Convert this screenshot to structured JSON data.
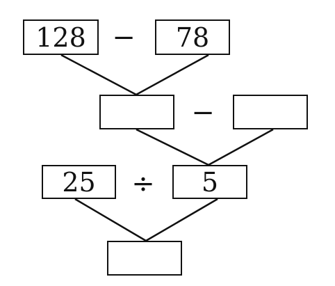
{
  "row1": {
    "left_value": "128",
    "operator": "−",
    "right_value": "78"
  },
  "row2": {
    "left_value": "",
    "operator": "−",
    "right_value": ""
  },
  "row3": {
    "left_value": "25",
    "operator": "÷",
    "right_value": "5"
  },
  "row4": {
    "result_value": ""
  }
}
